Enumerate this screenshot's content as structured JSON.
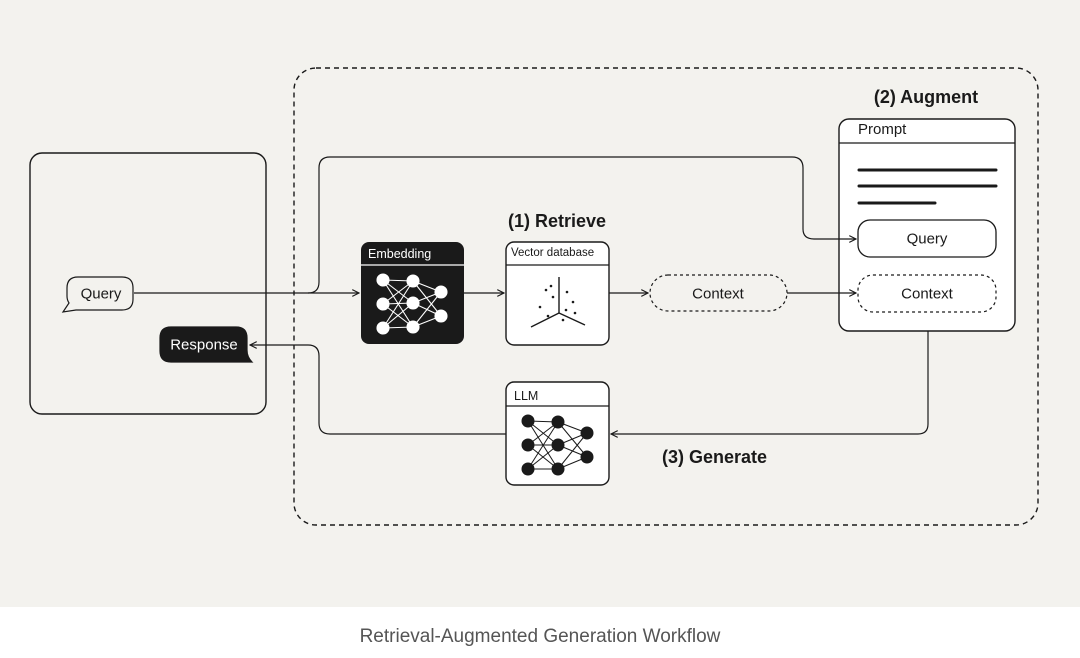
{
  "colors": {
    "background": "#f3f2ee",
    "ink": "#1a1a1a",
    "dark_fill": "#1a1a1a",
    "caption": "#555555"
  },
  "user": {
    "query_label": "Query",
    "response_label": "Response"
  },
  "steps": {
    "retrieve": "(1) Retrieve",
    "augment": "(2) Augment",
    "generate": "(3) Generate"
  },
  "components": {
    "embedding": "Embedding",
    "vector_db": "Vector database",
    "context": "Context",
    "llm": "LLM"
  },
  "prompt": {
    "title": "Prompt",
    "query_label": "Query",
    "context_label": "Context"
  },
  "caption": "Retrieval-Augmented Generation Workflow"
}
